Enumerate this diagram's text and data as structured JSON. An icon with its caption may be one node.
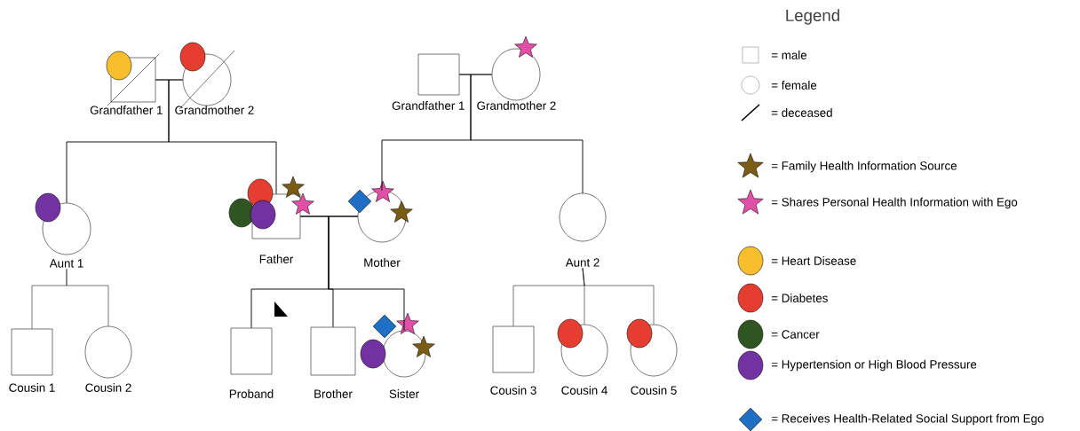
{
  "diagram": {
    "nodes": [
      {
        "text": [
          "Grandfather 1"
        ]
      },
      {
        "text": [
          "Grandmother 2"
        ]
      },
      {
        "text": [
          "Grandfather 1"
        ]
      },
      {
        "text": [
          "Grandmother 2"
        ]
      },
      {
        "text": [
          "Aunt 1"
        ]
      },
      {
        "text": [
          "Father"
        ]
      },
      {
        "text": [
          "Mother"
        ]
      },
      {
        "text": [
          "Aunt 2"
        ]
      },
      {
        "text": [
          "Cousin 1"
        ]
      },
      {
        "text": [
          "Cousin 2"
        ]
      },
      {
        "text": [
          "Proband"
        ]
      },
      {
        "text": [
          "Brother"
        ]
      },
      {
        "text": [
          "Sister"
        ]
      },
      {
        "text": [
          "Cousin 3"
        ]
      },
      {
        "text": [
          "Cousin 4"
        ]
      },
      {
        "text": [
          "Cousin 5"
        ]
      }
    ],
    "edges": [
      {
        "from": 0,
        "to": 1,
        "arrow": "none"
      },
      {
        "from": 2,
        "to": 3,
        "arrow": "none"
      },
      {
        "from": 5,
        "to": 6,
        "arrow": "none"
      },
      {
        "from": 0,
        "to": 4,
        "arrow": "none"
      },
      {
        "from": 1,
        "to": 4,
        "arrow": "none"
      },
      {
        "from": 0,
        "to": 5,
        "arrow": "none"
      },
      {
        "from": 1,
        "to": 5,
        "arrow": "none"
      },
      {
        "from": 2,
        "to": 6,
        "arrow": "none"
      },
      {
        "from": 3,
        "to": 6,
        "arrow": "none"
      },
      {
        "from": 2,
        "to": 7,
        "arrow": "none"
      },
      {
        "from": 3,
        "to": 7,
        "arrow": "none"
      },
      {
        "from": 4,
        "to": 8,
        "arrow": "none"
      },
      {
        "from": 4,
        "to": 9,
        "arrow": "none"
      },
      {
        "from": 5,
        "to": 10,
        "arrow": "none"
      },
      {
        "from": 6,
        "to": 10,
        "arrow": "none"
      },
      {
        "from": 5,
        "to": 11,
        "arrow": "none"
      },
      {
        "from": 6,
        "to": 11,
        "arrow": "none"
      },
      {
        "from": 5,
        "to": 12,
        "arrow": "none"
      },
      {
        "from": 6,
        "to": 12,
        "arrow": "none"
      },
      {
        "from": 7,
        "to": 13,
        "arrow": "none"
      },
      {
        "from": 7,
        "to": 14,
        "arrow": "none"
      },
      {
        "from": 7,
        "to": 15,
        "arrow": "none"
      }
    ],
    "labels": [
      "Legend"
    ],
    "legend": [
      {
        "text": "= male"
      },
      {
        "text": "= female"
      },
      {
        "text": "= deceased"
      },
      {
        "text": "= Family Health Information Source",
        "color": "#7a5c14"
      },
      {
        "text": "= Shares Personal Health Information with Ego",
        "color": "#e24fa6"
      },
      {
        "text": "= Heart Disease",
        "color": "#f7be2e"
      },
      {
        "text": "= Diabetes",
        "color": "#e53d2f"
      },
      {
        "text": "= Cancer",
        "color": "#2f5520"
      },
      {
        "text": "= Hypertension or High Blood Pressure",
        "color": "#7232a2"
      },
      {
        "text": "= Receives Health-Related Social Support from Ego",
        "color": "#1f70c4"
      }
    ]
  }
}
